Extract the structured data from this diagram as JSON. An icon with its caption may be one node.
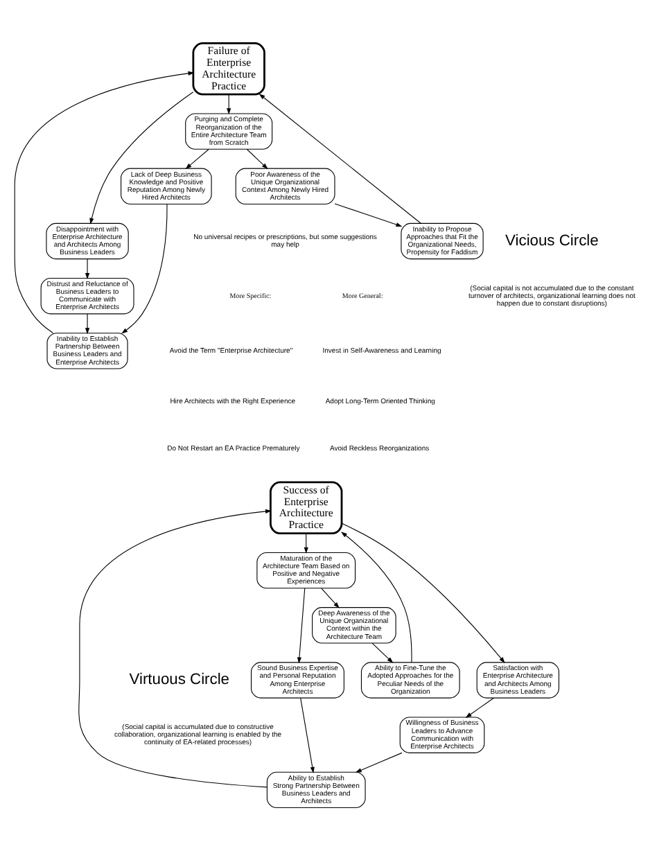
{
  "diagram": {
    "nodes": [
      {
        "text": [
          "Failure of Enterprise Architecture Practice"
        ]
      },
      {
        "text": [
          "Inability to Propose Approaches that Fit the Organizational Needs, Propensity for Faddism"
        ]
      },
      {
        "text": [
          "Disappointment with Enterprise Architecture and Architects Among Business Leaders"
        ]
      },
      {
        "text": [
          "Inability to Establish Partnership Between Business Leaders and Enterprise Architects"
        ]
      },
      {
        "text": [
          "Purging and Complete Reorganization of the Entire Architecture Team from Scratch"
        ]
      },
      {
        "text": [
          "Distrust and Reluctance of Business Leaders to Communicate with Enterprise Architects"
        ]
      },
      {
        "text": [
          "Lack of Deep Business Knowledge and Positive Reputation Among Newly Hired Architects"
        ]
      },
      {
        "text": [
          "Poor Awareness of the Unique Organizational Context Among Newly Hired Architects"
        ]
      },
      {
        "text": [
          "Success of Enterprise Architecture Practice"
        ]
      },
      {
        "text": [
          "Ability to Fine-Tune the Adopted Approaches for the Peculiar Needs of the Organization"
        ]
      },
      {
        "text": [
          "Satisfaction with Enterprise Architecture and Architects Among Business Leaders"
        ]
      },
      {
        "text": [
          "Ability to Establish Strong Partnership Between Business Leaders and Architects"
        ]
      },
      {
        "text": [
          "Maturation of the Architecture Team Based on Positive and Negative Experiences"
        ]
      },
      {
        "text": [
          "Willingness of Business Leaders to Advance Communication with Enterprise Architects"
        ]
      },
      {
        "text": [
          "Sound Business Expertise and Personal Reputation Among Enterprise Architects"
        ]
      },
      {
        "text": [
          "Deep Awareness of the Unique Organizational Context within the Architecture Team"
        ]
      }
    ],
    "edges": [
      {
        "from": 0,
        "to": 2,
        "arrow": "to"
      },
      {
        "from": 0,
        "to": 4,
        "arrow": "to"
      },
      {
        "from": 2,
        "to": 5,
        "arrow": "to"
      },
      {
        "from": 5,
        "to": 3,
        "arrow": "to"
      },
      {
        "from": 4,
        "to": 6,
        "arrow": "to"
      },
      {
        "from": 6,
        "to": 3,
        "arrow": "to"
      },
      {
        "from": 4,
        "to": 7,
        "arrow": "to"
      },
      {
        "from": 7,
        "to": 1,
        "arrow": "to"
      },
      {
        "from": 3,
        "to": 0,
        "arrow": "to"
      },
      {
        "from": 1,
        "to": 0,
        "arrow": "to"
      },
      {
        "from": 8,
        "to": 10,
        "arrow": "to"
      },
      {
        "from": 8,
        "to": 12,
        "arrow": "to"
      },
      {
        "from": 10,
        "to": 13,
        "arrow": "to"
      },
      {
        "from": 13,
        "to": 11,
        "arrow": "to"
      },
      {
        "from": 12,
        "to": 14,
        "arrow": "to"
      },
      {
        "from": 14,
        "to": 11,
        "arrow": "to"
      },
      {
        "from": 12,
        "to": 15,
        "arrow": "to"
      },
      {
        "from": 15,
        "to": 9,
        "arrow": "to"
      },
      {
        "from": 11,
        "to": 8,
        "arrow": "to"
      },
      {
        "from": 9,
        "to": 8,
        "arrow": "to"
      }
    ],
    "labels": [
      "Vicious Circle",
      "(Social capital is not accumulated due to the constant turnover of architects, organizational learning does not happen due to constant disruptions)",
      "No universal recipes or prescriptions, but some suggestions may help",
      "More Specific:",
      "Avoid the Term \"Enterprise Architecture\"",
      "Hire Architects with the Right Experience",
      "Do Not Restart an EA Practice Prematurely",
      "More General:",
      "Invest in Self-Awareness and Learning",
      "Adopt Long-Term Oriented Thinking",
      "Avoid Reckless Reorganizations",
      "Virtuous Circle",
      "(Social capital is accumulated due to constructive collaboration, organizational learning is enabled by the continuity of EA-related processes)"
    ]
  }
}
